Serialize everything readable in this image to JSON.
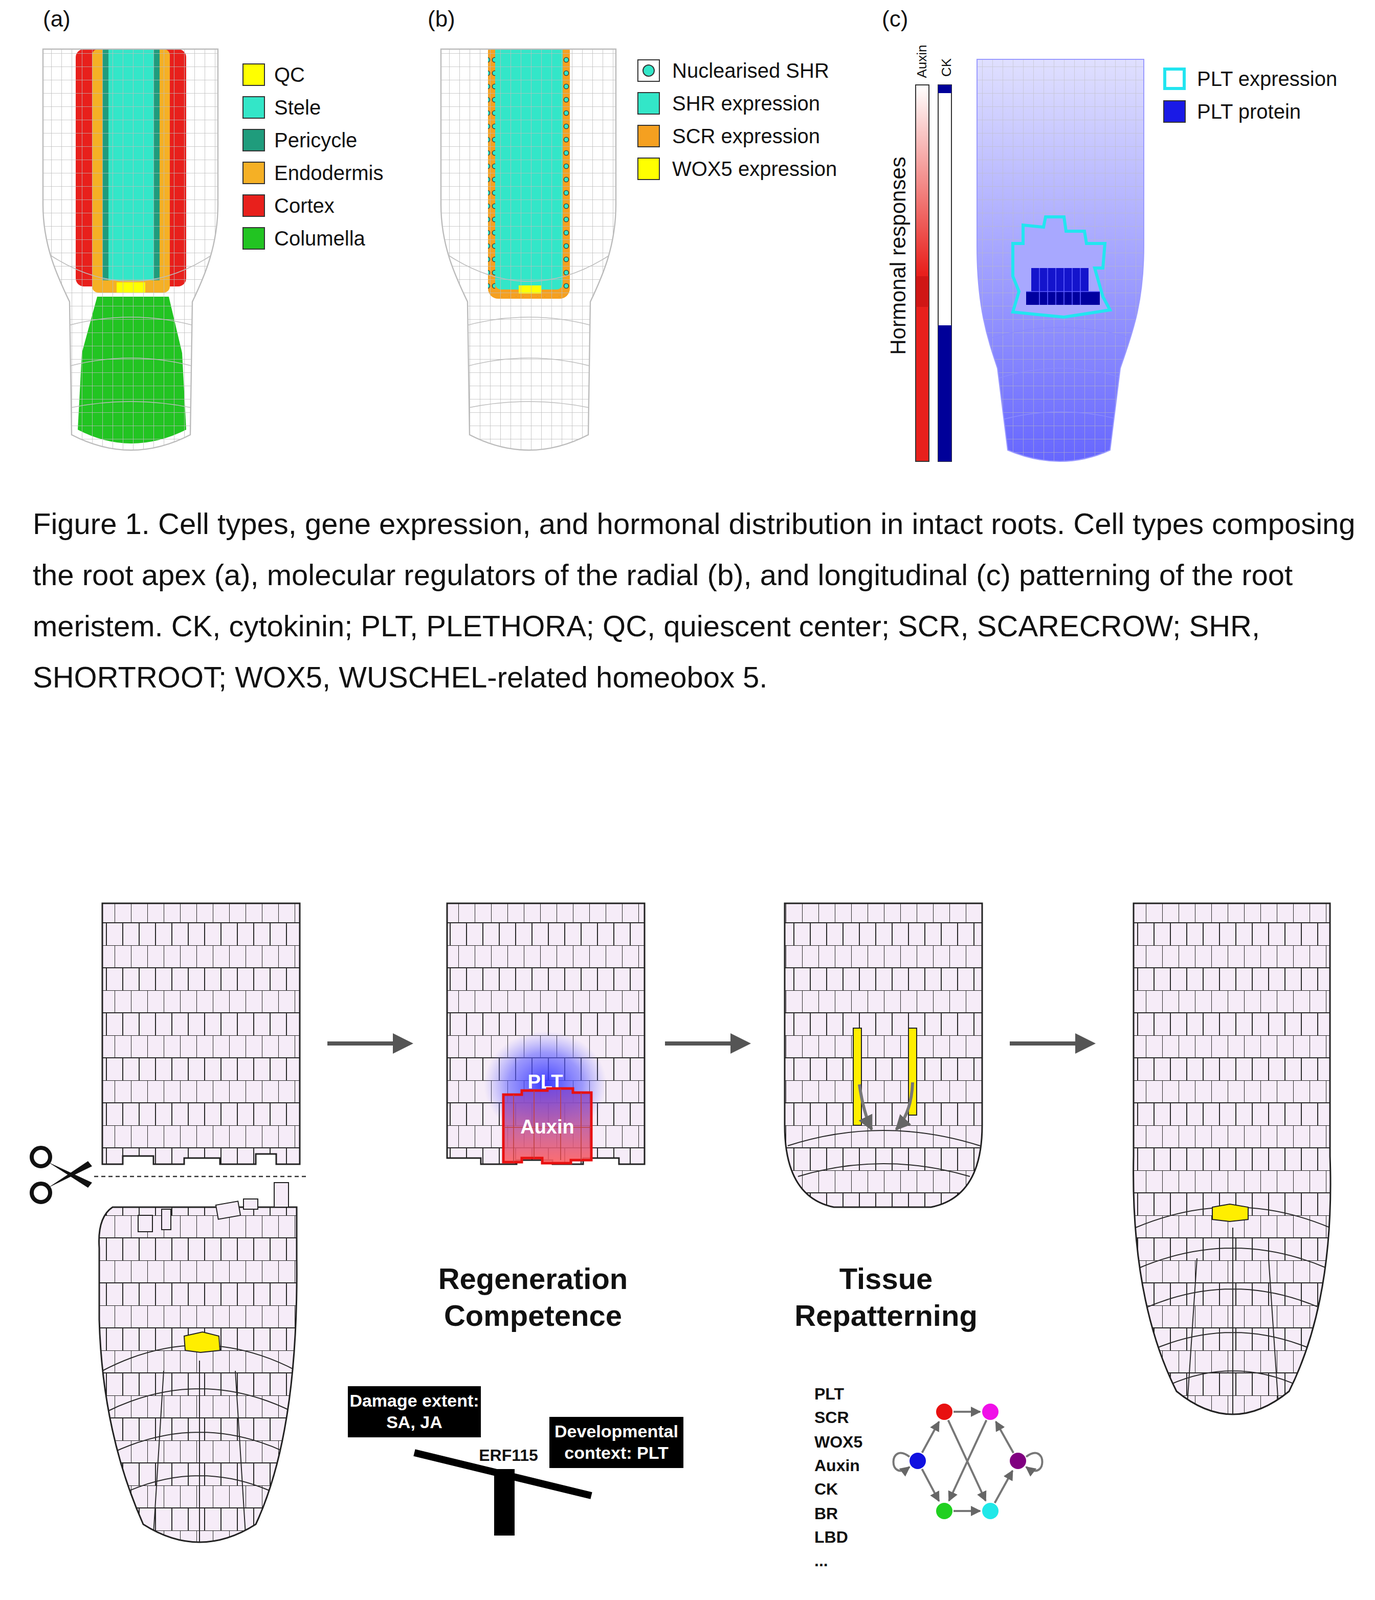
{
  "diagram": {
    "caption": "Figure 1. Cell types, gene expression, and hormonal distribution in intact roots. Cell types composing the root apex (a), molecular regulators of the radial (b), and longitudinal (c) patterning of the root meristem. CK, cytokinin; PLT, PLETHORA; QC, quiescent center; SCR, SCARECROW; SHR, SHORTROOT; WOX5, WUSCHEL-related homeobox 5.",
    "nodes": [
      {
        "text": [
          "Auxin"
        ]
      },
      {
        "text": [
          "Damage extent: SA, JA"
        ]
      },
      {
        "text": [
          "Developmental context: PLT"
        ]
      }
    ],
    "labels": [
      "(a)",
      "(b)",
      "(c)",
      "Auxin",
      "CK",
      "Hormonal responses",
      "PLT",
      "Regeneration Competence",
      "Tissue Repatterning",
      "ERF115",
      "PLT",
      "SCR",
      "WOX5",
      "Auxin",
      "CK",
      "BR",
      "LBD",
      "..."
    ],
    "legend": [
      {
        "text": "QC",
        "color": "#ffff00"
      },
      {
        "text": "Stele",
        "color": "#33e6c8"
      },
      {
        "text": "Pericycle",
        "color": "#1f9c7c"
      },
      {
        "text": "Endodermis",
        "color": "#f5b025"
      },
      {
        "text": "Cortex",
        "color": "#e8201c"
      },
      {
        "text": "Columella",
        "color": "#22c422"
      },
      {
        "text": "Nuclearised SHR"
      },
      {
        "text": "SHR expression",
        "color": "#33e6c8"
      },
      {
        "text": "SCR expression",
        "color": "#f5a020"
      },
      {
        "text": "WOX5 expression",
        "color": "#ffff00"
      },
      {
        "text": "PLT expression"
      },
      {
        "text": "PLT protein",
        "color": "#1a1ae6"
      }
    ]
  }
}
